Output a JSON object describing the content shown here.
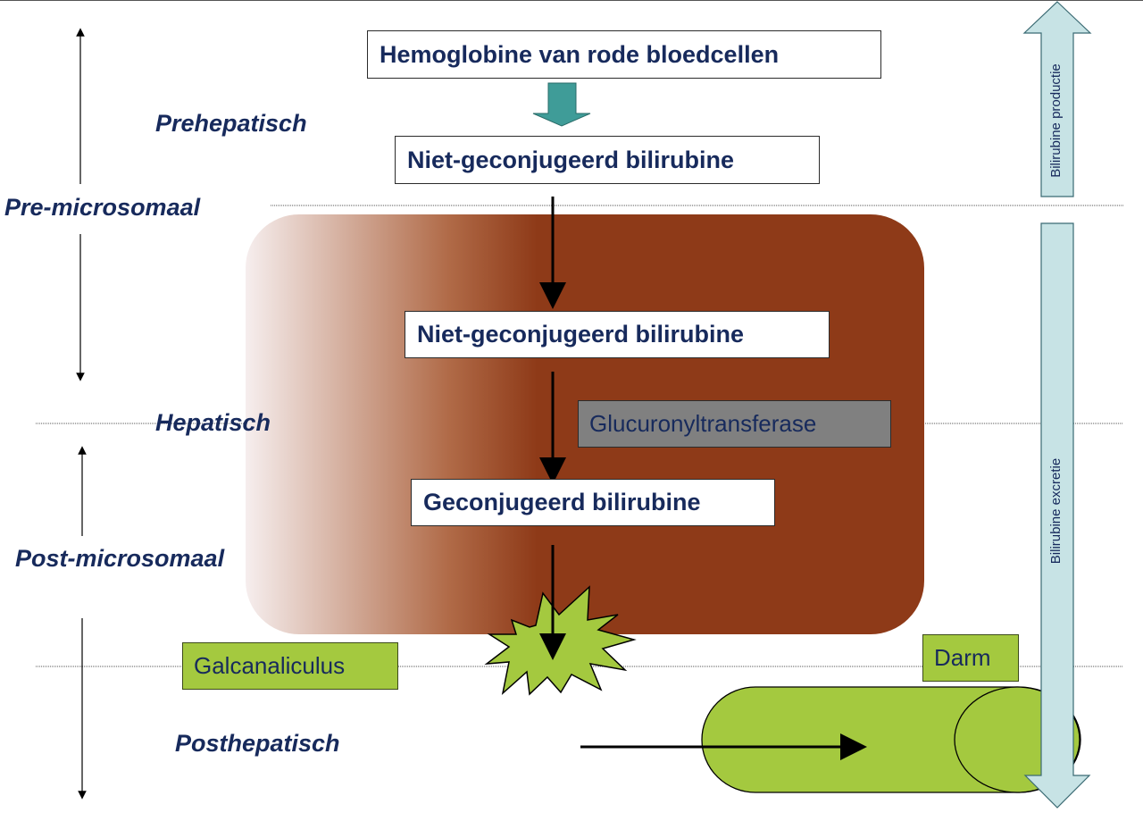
{
  "zones": {
    "prehepatisch": "Prehepatisch",
    "pre_microsomaal": "Pre-microsomaal",
    "hepatisch": "Hepatisch",
    "post_microsomaal": "Post-microsomaal",
    "posthepatisch": "Posthepatisch"
  },
  "boxes": {
    "hemoglobine": "Hemoglobine van rode bloedcellen",
    "niet_geconj_1": "Niet-geconjugeerd bilirubine",
    "niet_geconj_2": "Niet-geconjugeerd bilirubine",
    "enzyme": "Glucuronyltransferase",
    "geconj": "Geconjugeerd bilirubine",
    "galcanaliculus": "Galcanaliculus",
    "darm": "Darm"
  },
  "side_arrows": {
    "productie": "Bilirubine productie",
    "excretie": "Bilirubine excretie"
  },
  "colors": {
    "label_text": "#172a5c",
    "liver_dark": "#8e3a18",
    "liver_light": "#f5eeee",
    "green": "#a4c93f",
    "teal_arrow": "#3f9c98",
    "light_blue_arrow": "#c7e3e5",
    "enzyme_gray": "#808080"
  }
}
